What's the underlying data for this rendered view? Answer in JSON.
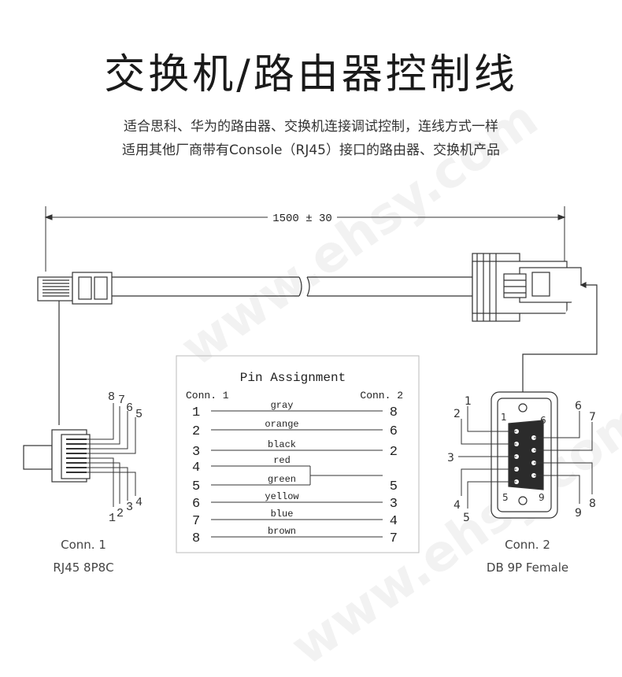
{
  "title": "交换机/路由器控制线",
  "subtitle_line1": "适合思科、华为的路由器、交换机连接调试控制，连线方式一样",
  "subtitle_line2": "适用其他厂商带有Console（RJ45）接口的路由器、交换机产品",
  "dimension": "1500 ± 30",
  "watermark": "www.ehsy.com",
  "pin_table": {
    "title": "Pin Assignment",
    "left_header": "Conn. 1",
    "right_header": "Conn. 2",
    "rows": [
      {
        "left": "1",
        "color": "gray",
        "right": "8"
      },
      {
        "left": "2",
        "color": "orange",
        "right": "6"
      },
      {
        "left": "3",
        "color": "black",
        "right": "2"
      },
      {
        "left": "4",
        "color": "red",
        "right": ""
      },
      {
        "left": "5",
        "color": "green",
        "right": "5"
      },
      {
        "left": "6",
        "color": "yellow",
        "right": "3"
      },
      {
        "left": "7",
        "color": "blue",
        "right": "4"
      },
      {
        "left": "8",
        "color": "brown",
        "right": "7"
      }
    ]
  },
  "rj45": {
    "pins_top": [
      "8",
      "7",
      "6",
      "5"
    ],
    "pins_bottom": [
      "1",
      "2",
      "3",
      "4"
    ],
    "name": "Conn. 1",
    "type": "RJ45 8P8C"
  },
  "db9": {
    "pins_left": [
      "1",
      "2",
      "3",
      "4",
      "5"
    ],
    "pins_right": [
      "6",
      "7",
      "8",
      "9"
    ],
    "inner_labels": [
      "1",
      "6",
      "5",
      "9"
    ],
    "name": "Conn. 2",
    "type": "DB 9P Female"
  }
}
